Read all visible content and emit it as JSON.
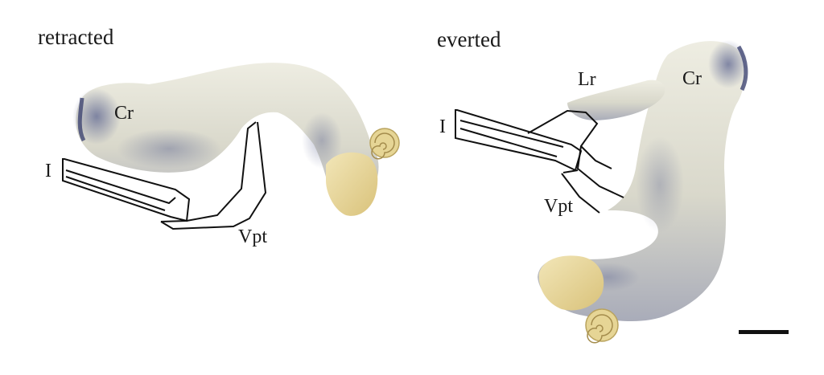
{
  "panels": {
    "left": {
      "title": "retracted",
      "labels": {
        "cr": "Cr",
        "i": "I",
        "vpt": "Vpt"
      }
    },
    "right": {
      "title": "everted",
      "labels": {
        "lr": "Lr",
        "cr": "Cr",
        "i": "I",
        "vpt": "Vpt"
      }
    }
  },
  "colors": {
    "tissue": "#e7e4d6",
    "tissue_shadow": "#8e95b0",
    "tissue_dark": "#3d4470",
    "tip": "#e9d79a",
    "outline": "#111111"
  },
  "scale_bar": {
    "label": ""
  }
}
